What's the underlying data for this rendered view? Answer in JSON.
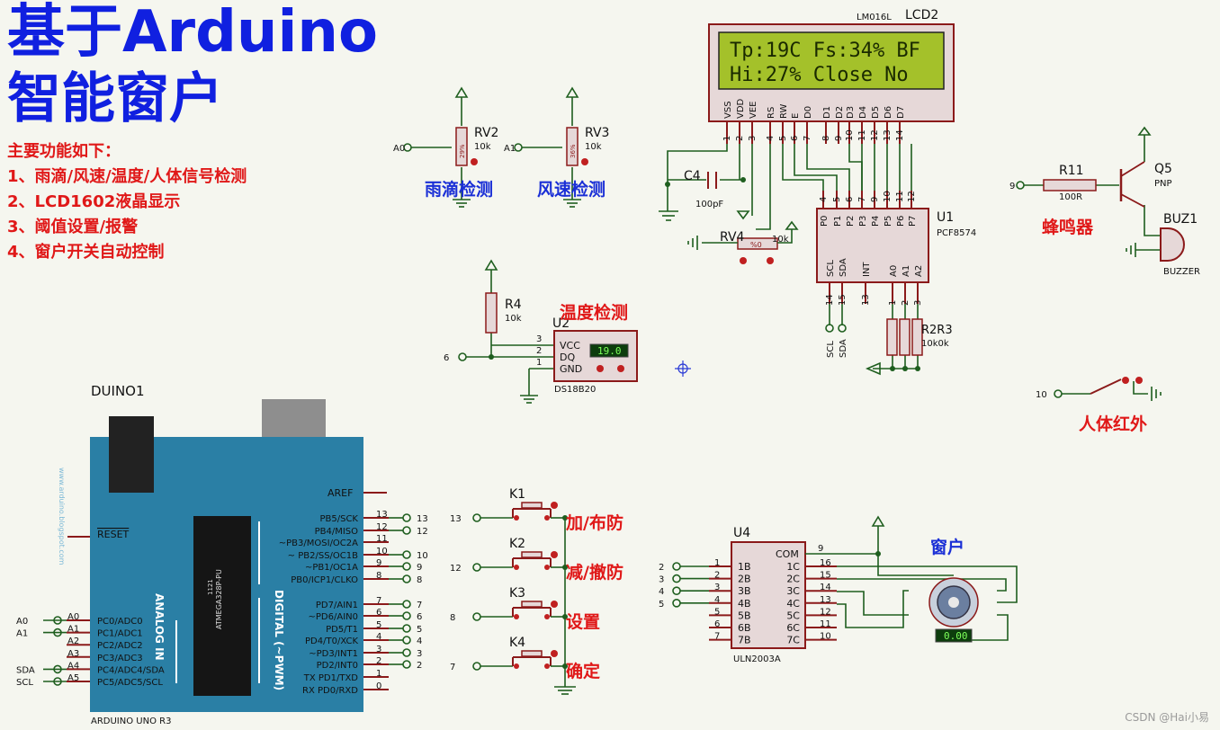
{
  "title": {
    "line1": "基于Arduino",
    "line2": "智能窗户"
  },
  "features": {
    "heading": "主要功能如下：",
    "items": [
      "1、雨滴/风速/温度/人体信号检测",
      "2、LCD1602液晶显示",
      "3、阈值设置/报警",
      "4、窗户开关自动控制"
    ]
  },
  "labels": {
    "rain": "雨滴检测",
    "wind": "风速检测",
    "temp": "温度检测",
    "buzzer": "蜂鸣器",
    "pir": "人体红外",
    "window": "窗户",
    "k1": "加/布防",
    "k2": "减/撤防",
    "k3": "设置",
    "k4": "确定"
  },
  "lcd": {
    "part": "LM016L",
    "ref": "LCD2",
    "line1": "Tp:19C Fs:34% BF",
    "line2": "Hi:27% Close  No",
    "pins": [
      "VSS",
      "VDD",
      "VEE",
      "RS",
      "RW",
      "E",
      "D0",
      "D1",
      "D2",
      "D3",
      "D4",
      "D5",
      "D6",
      "D7"
    ],
    "pin_nums": [
      "1",
      "2",
      "3",
      "4",
      "5",
      "6",
      "7",
      "8",
      "9",
      "10",
      "11",
      "12",
      "13",
      "14"
    ]
  },
  "pcf": {
    "ref": "U1",
    "part": "PCF8574",
    "top_pins": [
      "P0",
      "P1",
      "P2",
      "P3",
      "P4",
      "P5",
      "P6",
      "P7"
    ],
    "top_nums": [
      "4",
      "5",
      "6",
      "7",
      "9",
      "10",
      "11",
      "12"
    ],
    "bottom_pins": [
      "SCL",
      "SDA",
      "INT",
      "A0",
      "A1",
      "A2"
    ],
    "bottom_nums": [
      "14",
      "15",
      "13",
      "1",
      "2",
      "3"
    ]
  },
  "rv2": {
    "ref": "RV2",
    "value": "10k",
    "pct": "29%",
    "net": "A0"
  },
  "rv3": {
    "ref": "RV3",
    "value": "10k",
    "pct": "36%",
    "net": "A1"
  },
  "rv4": {
    "ref": "RV4",
    "value": "10k",
    "pct": "%0"
  },
  "c4": {
    "ref": "C4",
    "value": "100pF"
  },
  "r4": {
    "ref": "R4",
    "value": "10k"
  },
  "r11": {
    "ref": "R11",
    "value": "100R",
    "net": "9"
  },
  "q5": {
    "ref": "Q5",
    "type": "PNP"
  },
  "buz": {
    "ref": "BUZ1",
    "type": "BUZZER"
  },
  "r23": {
    "ref": "R2R3",
    "value": "10k0k"
  },
  "ds": {
    "ref": "U2",
    "part": "DS18B20",
    "pins": [
      "VCC",
      "DQ",
      "GND"
    ],
    "pin_nums": [
      "3",
      "2",
      "1"
    ],
    "reading": "19.0",
    "net": "6"
  },
  "pcf_bus": {
    "scl": "SCL",
    "sda": "SDA"
  },
  "pir": {
    "net": "10"
  },
  "arduino": {
    "ref": "DUINO1",
    "part": "ARDUINO UNO R3",
    "chip": "ATMEGA328P-PU",
    "chip_num": "1121",
    "aref": "AREF",
    "reset": "RESET",
    "analog": "ANALOG IN",
    "digital": "DIGITAL (~PWM)",
    "site": "www.arduino.blogspot.com",
    "left_pins": [
      "PC0/ADC0",
      "PC1/ADC1",
      "PC2/ADC2",
      "PC3/ADC3",
      "PC4/ADC4/SDA",
      "PC5/ADC5/SCL"
    ],
    "left_nums": [
      "A0",
      "A1",
      "A2",
      "A3",
      "A4",
      "A5"
    ],
    "left_nets": [
      "A0",
      "A1",
      "",
      "",
      "SDA",
      "SCL"
    ],
    "right_pins": [
      "PB5/SCK",
      "PB4/MISO",
      "~PB3/MOSI/OC2A",
      "~ PB2/SS/OC1B",
      "~PB1/OC1A",
      "PB0/ICP1/CLKO",
      "PD7/AIN1",
      "~PD6/AIN0",
      "PD5/T1",
      "PD4/T0/XCK",
      "~PD3/INT1",
      "PD2/INT0",
      "TX PD1/TXD",
      "RX PD0/RXD"
    ],
    "right_nums": [
      "13",
      "12",
      "11",
      "10",
      "9",
      "8",
      "7",
      "6",
      "5",
      "4",
      "3",
      "2",
      "1",
      "0"
    ],
    "right_nets": [
      "13",
      "12",
      "",
      "10",
      "9",
      "8",
      "7",
      "6",
      "5",
      "4",
      "3",
      "2",
      "",
      ""
    ]
  },
  "keys": [
    {
      "ref": "K1",
      "net": "13"
    },
    {
      "ref": "K2",
      "net": "12"
    },
    {
      "ref": "K3",
      "net": "8"
    },
    {
      "ref": "K4",
      "net": "7"
    }
  ],
  "uln": {
    "ref": "U4",
    "part": "ULN2003A",
    "com": "COM",
    "com_num": "9",
    "inputs": [
      "1B",
      "2B",
      "3B",
      "4B",
      "5B",
      "6B",
      "7B"
    ],
    "in_nums": [
      "1",
      "2",
      "3",
      "4",
      "5",
      "6",
      "7"
    ],
    "outputs": [
      "1C",
      "2C",
      "3C",
      "4C",
      "5C",
      "6C",
      "7C"
    ],
    "out_nums": [
      "16",
      "15",
      "14",
      "13",
      "12",
      "11",
      "10"
    ],
    "nets": [
      "2",
      "3",
      "4",
      "5"
    ]
  },
  "motor": {
    "reading": "0.00"
  },
  "watermark": "CSDN @Hai小易",
  "colors": {
    "wire": "#1e5e1e",
    "comp": "#8b1a1a",
    "lcd_bg": "#a4c12a",
    "lcd_text": "#1a2a00",
    "board": "#2a7fa5",
    "blue": "#1a2fd6",
    "red": "#e01818"
  }
}
